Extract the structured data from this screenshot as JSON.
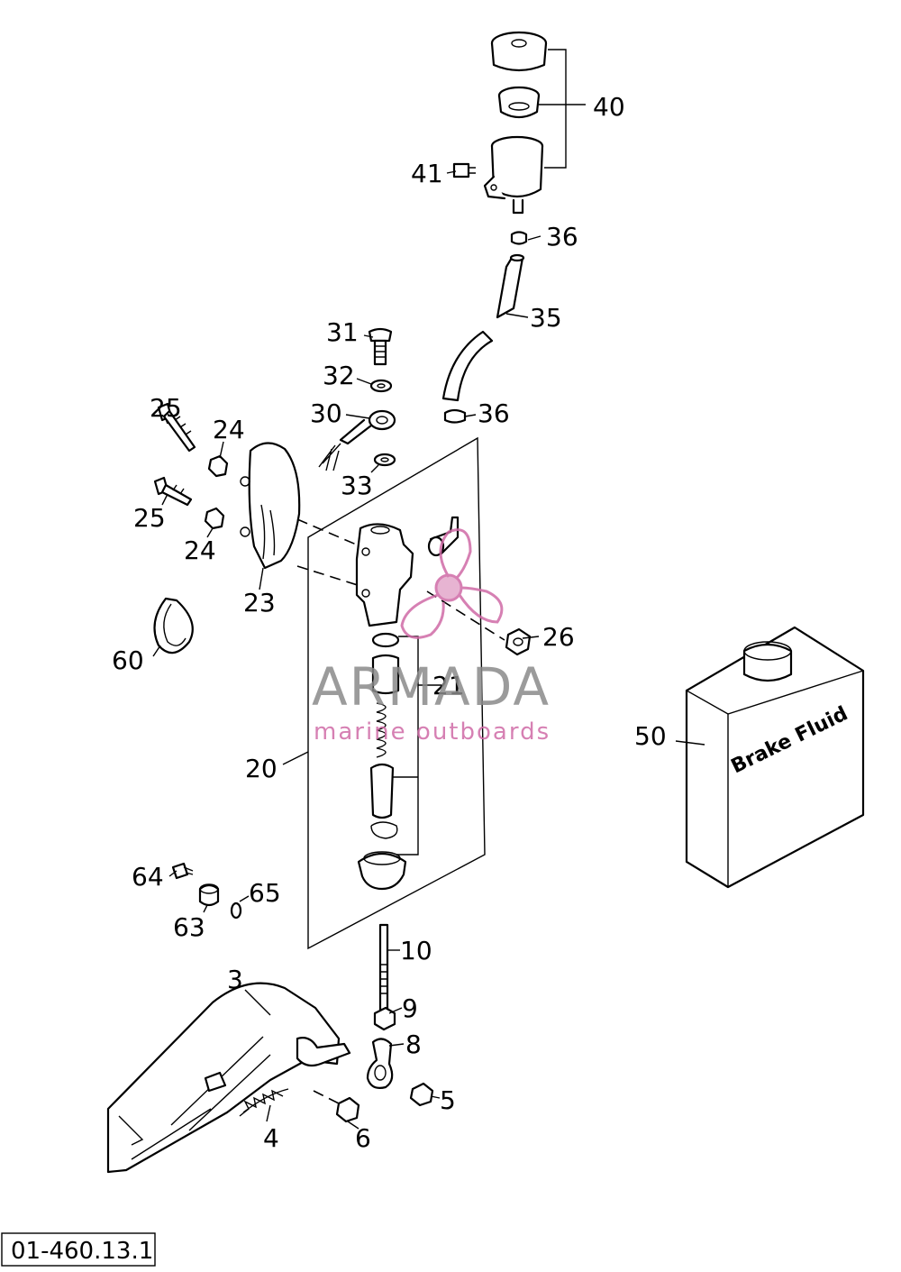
{
  "diagram_code": "01-460.13.1",
  "container_label": "Brake Fluid",
  "watermark": {
    "brand": "ARMADA",
    "tagline": "marine outboards"
  },
  "callouts": {
    "c40": "40",
    "c41": "41",
    "c36a": "36",
    "c35": "35",
    "c31": "31",
    "c32": "32",
    "c30": "30",
    "c36b": "36",
    "c25a": "25",
    "c24a": "24",
    "c33": "33",
    "c25b": "25",
    "c24b": "24",
    "c23": "23",
    "c26": "26",
    "c60": "60",
    "c21": "21",
    "c50": "50",
    "c20": "20",
    "c64": "64",
    "c65": "65",
    "c63": "63",
    "c10": "10",
    "c3": "3",
    "c9": "9",
    "c8": "8",
    "c5": "5",
    "c4": "4",
    "c6": "6"
  },
  "colors": {
    "line": "#000000",
    "watermark_gray": "#8a8a8a",
    "watermark_pink": "#d06aa6"
  }
}
